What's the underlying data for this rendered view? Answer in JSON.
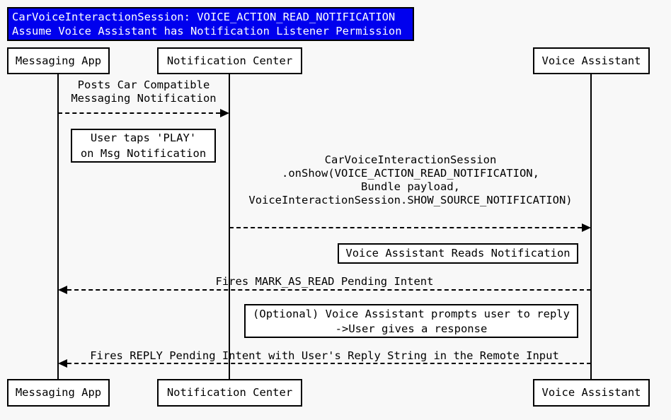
{
  "diagram": {
    "type": "uml-sequence-diagram",
    "colors": {
      "canvas_bg": "#f8f8f8",
      "title_bg": "#0000ee",
      "title_text": "#ffffff",
      "box_bg": "#ffffff",
      "line": "#000000"
    },
    "title": {
      "text": "CarVoiceInteractionSession: VOICE_ACTION_READ_NOTIFICATION\nAssume Voice Assistant has Notification Listener Permission"
    },
    "actors": [
      {
        "label": "Messaging App"
      },
      {
        "label": "Notification Center"
      },
      {
        "label": "Voice Assistant"
      }
    ],
    "messages": [
      {
        "from": "Messaging App",
        "to": "Notification Center",
        "direction": "right",
        "label": "Posts Car Compatible\nMessaging Notification"
      },
      {
        "from": "Notification Center",
        "to": "Voice Assistant",
        "direction": "right",
        "label": "CarVoiceInteractionSession\n.onShow(VOICE_ACTION_READ_NOTIFICATION,\nBundle payload,\nVoiceInteractionSession.SHOW_SOURCE_NOTIFICATION)"
      },
      {
        "from": "Voice Assistant",
        "to": "Messaging App",
        "direction": "left",
        "label": "Fires MARK_AS_READ Pending Intent"
      },
      {
        "from": "Voice Assistant",
        "to": "Messaging App",
        "direction": "left",
        "label": "Fires REPLY Pending Intent with User's Reply String in the Remote Input"
      }
    ],
    "notes": [
      {
        "text": "User taps 'PLAY'\non Msg Notification"
      },
      {
        "text": "Voice Assistant Reads Notification"
      },
      {
        "text": "(Optional) Voice Assistant prompts user to reply\n->User gives a response"
      }
    ]
  }
}
